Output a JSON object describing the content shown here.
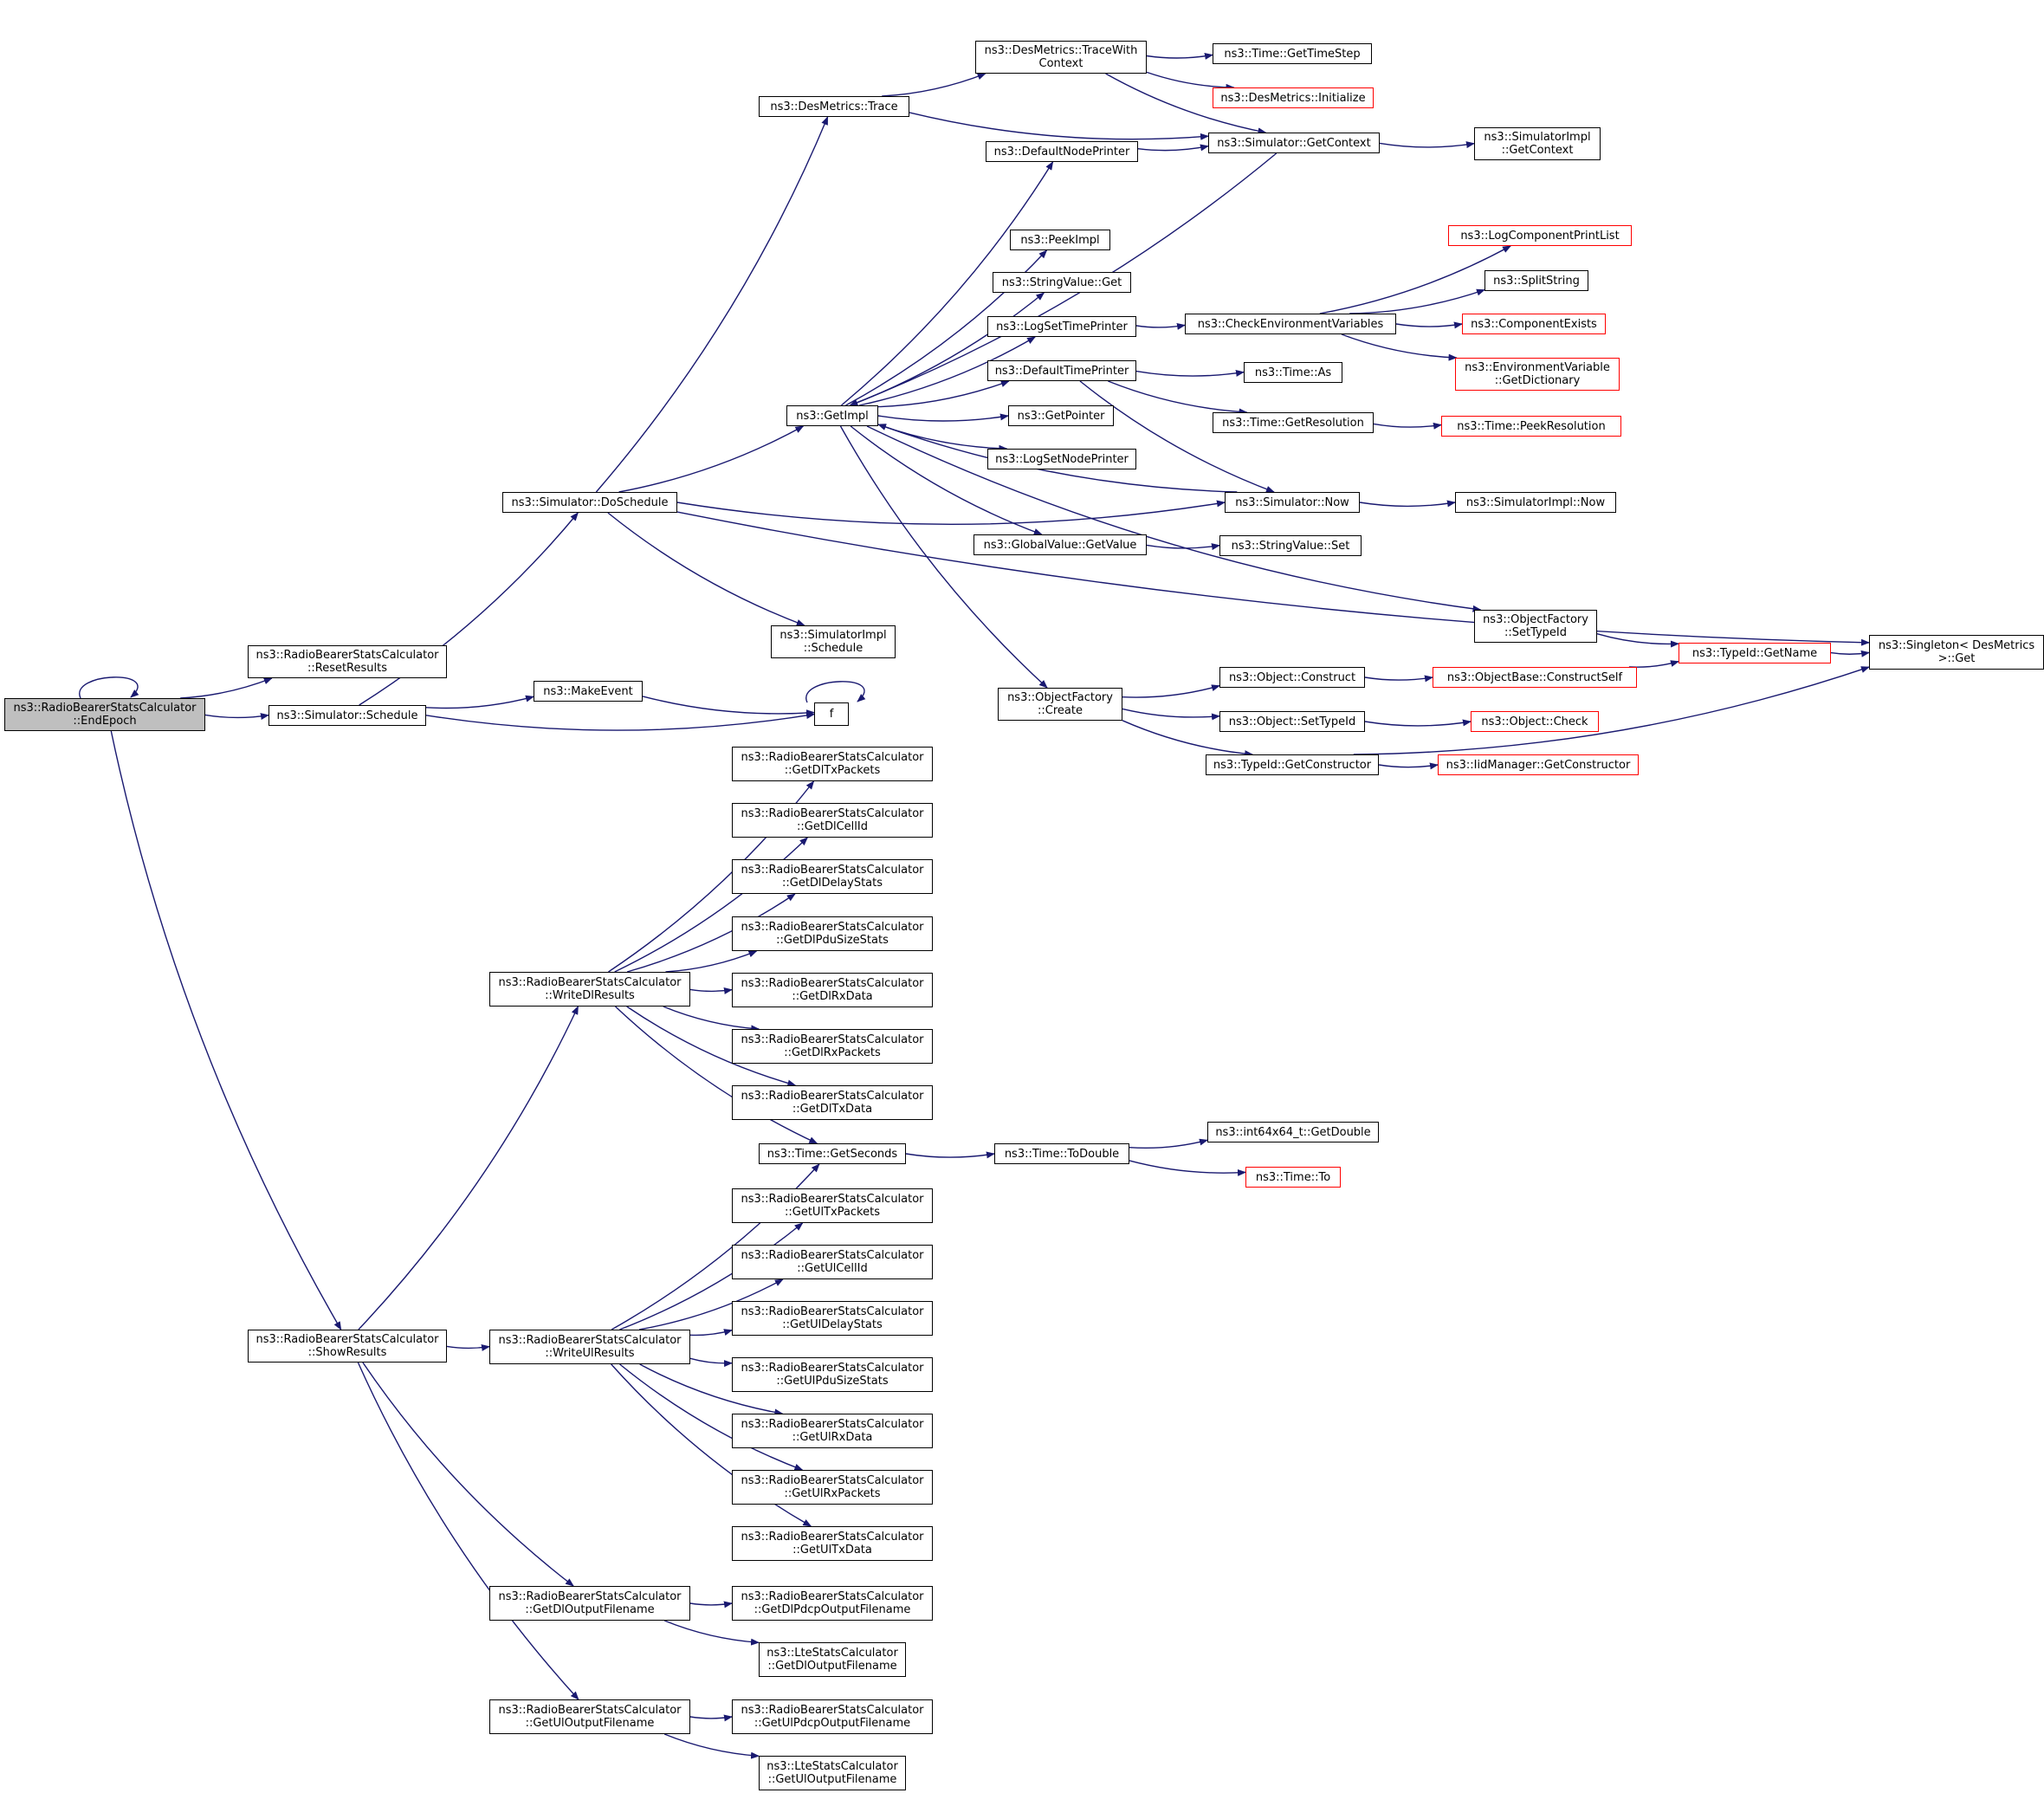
{
  "title": "",
  "colors": {
    "edge": "#191970",
    "border": "#000000",
    "external_border": "#ff0000",
    "root_fill": "#bfbfbf"
  },
  "nodes": [
    {
      "id": "endEpoch",
      "lines": [
        "ns3::RadioBearerStatsCalculator",
        "::EndEpoch"
      ],
      "root": true
    },
    {
      "id": "resetResults",
      "lines": [
        "ns3::RadioBearerStatsCalculator",
        "::ResetResults"
      ]
    },
    {
      "id": "schedule",
      "lines": [
        "ns3::Simulator::Schedule"
      ]
    },
    {
      "id": "doSchedule",
      "lines": [
        "ns3::Simulator::DoSchedule"
      ]
    },
    {
      "id": "makeEvent",
      "lines": [
        "ns3::MakeEvent"
      ]
    },
    {
      "id": "f",
      "lines": [
        "f"
      ]
    },
    {
      "id": "showResults",
      "lines": [
        "ns3::RadioBearerStatsCalculator",
        "::ShowResults"
      ]
    },
    {
      "id": "desTrace",
      "lines": [
        "ns3::DesMetrics::Trace"
      ]
    },
    {
      "id": "traceWith",
      "lines": [
        "ns3::DesMetrics::TraceWith",
        "Context"
      ]
    },
    {
      "id": "getTimeStep",
      "lines": [
        "ns3::Time::GetTimeStep"
      ]
    },
    {
      "id": "desInit",
      "lines": [
        "ns3::DesMetrics::Initialize"
      ],
      "red": true
    },
    {
      "id": "simGetContext",
      "lines": [
        "ns3::Simulator::GetContext"
      ]
    },
    {
      "id": "implGetContext",
      "lines": [
        "ns3::SimulatorImpl",
        "::GetContext"
      ]
    },
    {
      "id": "defNodePrinter",
      "lines": [
        "ns3::DefaultNodePrinter"
      ]
    },
    {
      "id": "peekImpl",
      "lines": [
        "ns3::PeekImpl"
      ]
    },
    {
      "id": "strGet",
      "lines": [
        "ns3::StringValue::Get"
      ]
    },
    {
      "id": "logSetTime",
      "lines": [
        "ns3::LogSetTimePrinter"
      ]
    },
    {
      "id": "defTimePrinter",
      "lines": [
        "ns3::DefaultTimePrinter"
      ]
    },
    {
      "id": "getImpl",
      "lines": [
        "ns3::GetImpl"
      ]
    },
    {
      "id": "getPointer",
      "lines": [
        "ns3::GetPointer"
      ]
    },
    {
      "id": "logSetNode",
      "lines": [
        "ns3::LogSetNodePrinter"
      ]
    },
    {
      "id": "gvGetValue",
      "lines": [
        "ns3::GlobalValue::GetValue"
      ]
    },
    {
      "id": "implSchedule",
      "lines": [
        "ns3::SimulatorImpl",
        "::Schedule"
      ]
    },
    {
      "id": "ofCreate",
      "lines": [
        "ns3::ObjectFactory",
        "::Create"
      ]
    },
    {
      "id": "logCompPrint",
      "lines": [
        "ns3::LogComponentPrintList"
      ],
      "red": true
    },
    {
      "id": "splitString",
      "lines": [
        "ns3::SplitString"
      ]
    },
    {
      "id": "checkEnv",
      "lines": [
        "ns3::CheckEnvironmentVariables"
      ]
    },
    {
      "id": "compExists",
      "lines": [
        "ns3::ComponentExists"
      ],
      "red": true
    },
    {
      "id": "envDict",
      "lines": [
        "ns3::EnvironmentVariable",
        "::GetDictionary"
      ],
      "red": true
    },
    {
      "id": "timeAs",
      "lines": [
        "ns3::Time::As"
      ]
    },
    {
      "id": "timeGetRes",
      "lines": [
        "ns3::Time::GetResolution"
      ]
    },
    {
      "id": "peekRes",
      "lines": [
        "ns3::Time::PeekResolution"
      ],
      "red": true
    },
    {
      "id": "simNow",
      "lines": [
        "ns3::Simulator::Now"
      ]
    },
    {
      "id": "implNow",
      "lines": [
        "ns3::SimulatorImpl::Now"
      ]
    },
    {
      "id": "strSet",
      "lines": [
        "ns3::StringValue::Set"
      ]
    },
    {
      "id": "ofSetTypeId",
      "lines": [
        "ns3::ObjectFactory",
        "::SetTypeId"
      ]
    },
    {
      "id": "tidGetName",
      "lines": [
        "ns3::TypeId::GetName"
      ],
      "red": true
    },
    {
      "id": "singletonGet",
      "lines": [
        "ns3::Singleton< DesMetrics",
        "  >::Get"
      ]
    },
    {
      "id": "objConstruct",
      "lines": [
        "ns3::Object::Construct"
      ]
    },
    {
      "id": "constructSelf",
      "lines": [
        "ns3::ObjectBase::ConstructSelf"
      ],
      "red": true
    },
    {
      "id": "objSetTypeId",
      "lines": [
        "ns3::Object::SetTypeId"
      ]
    },
    {
      "id": "objCheck",
      "lines": [
        "ns3::Object::Check"
      ],
      "red": true
    },
    {
      "id": "tidGetCtor",
      "lines": [
        "ns3::TypeId::GetConstructor"
      ]
    },
    {
      "id": "iidGetCtor",
      "lines": [
        "ns3::IidManager::GetConstructor"
      ],
      "red": true
    },
    {
      "id": "writeDl",
      "lines": [
        "ns3::RadioBearerStatsCalculator",
        "::WriteDlResults"
      ]
    },
    {
      "id": "getDlTxPackets",
      "lines": [
        "ns3::RadioBearerStatsCalculator",
        "::GetDlTxPackets"
      ]
    },
    {
      "id": "getDlCellId",
      "lines": [
        "ns3::RadioBearerStatsCalculator",
        "::GetDlCellId"
      ]
    },
    {
      "id": "getDlDelay",
      "lines": [
        "ns3::RadioBearerStatsCalculator",
        "::GetDlDelayStats"
      ]
    },
    {
      "id": "getDlPdu",
      "lines": [
        "ns3::RadioBearerStatsCalculator",
        "::GetDlPduSizeStats"
      ]
    },
    {
      "id": "getDlRxData",
      "lines": [
        "ns3::RadioBearerStatsCalculator",
        "::GetDlRxData"
      ]
    },
    {
      "id": "getDlRxPackets",
      "lines": [
        "ns3::RadioBearerStatsCalculator",
        "::GetDlRxPackets"
      ]
    },
    {
      "id": "getDlTxData",
      "lines": [
        "ns3::RadioBearerStatsCalculator",
        "::GetDlTxData"
      ]
    },
    {
      "id": "getSeconds",
      "lines": [
        "ns3::Time::GetSeconds"
      ]
    },
    {
      "id": "toDouble",
      "lines": [
        "ns3::Time::ToDouble"
      ]
    },
    {
      "id": "getDouble",
      "lines": [
        "ns3::int64x64_t::GetDouble"
      ]
    },
    {
      "id": "timeTo",
      "lines": [
        "ns3::Time::To"
      ],
      "red": true
    },
    {
      "id": "writeUl",
      "lines": [
        "ns3::RadioBearerStatsCalculator",
        "::WriteUlResults"
      ]
    },
    {
      "id": "getUlTxPackets",
      "lines": [
        "ns3::RadioBearerStatsCalculator",
        "::GetUlTxPackets"
      ]
    },
    {
      "id": "getUlCellId",
      "lines": [
        "ns3::RadioBearerStatsCalculator",
        "::GetUlCellId"
      ]
    },
    {
      "id": "getUlDelay",
      "lines": [
        "ns3::RadioBearerStatsCalculator",
        "::GetUlDelayStats"
      ]
    },
    {
      "id": "getUlPdu",
      "lines": [
        "ns3::RadioBearerStatsCalculator",
        "::GetUlPduSizeStats"
      ]
    },
    {
      "id": "getUlRxData",
      "lines": [
        "ns3::RadioBearerStatsCalculator",
        "::GetUlRxData"
      ]
    },
    {
      "id": "getUlRxPackets",
      "lines": [
        "ns3::RadioBearerStatsCalculator",
        "::GetUlRxPackets"
      ]
    },
    {
      "id": "getUlTxData",
      "lines": [
        "ns3::RadioBearerStatsCalculator",
        "::GetUlTxData"
      ]
    },
    {
      "id": "getDlOutFile",
      "lines": [
        "ns3::RadioBearerStatsCalculator",
        "::GetDlOutputFilename"
      ]
    },
    {
      "id": "getDlPdcpOut",
      "lines": [
        "ns3::RadioBearerStatsCalculator",
        "::GetDlPdcpOutputFilename"
      ]
    },
    {
      "id": "lteDlOut",
      "lines": [
        "ns3::LteStatsCalculator",
        "::GetDlOutputFilename"
      ]
    },
    {
      "id": "getUlOutFile",
      "lines": [
        "ns3::RadioBearerStatsCalculator",
        "::GetUlOutputFilename"
      ]
    },
    {
      "id": "getUlPdcpOut",
      "lines": [
        "ns3::RadioBearerStatsCalculator",
        "::GetUlPdcpOutputFilename"
      ]
    },
    {
      "id": "lteUlOut",
      "lines": [
        "ns3::LteStatsCalculator",
        "::GetUlOutputFilename"
      ]
    }
  ],
  "edges": [
    [
      "endEpoch",
      "endEpoch"
    ],
    [
      "endEpoch",
      "resetResults"
    ],
    [
      "endEpoch",
      "schedule"
    ],
    [
      "endEpoch",
      "showResults"
    ],
    [
      "schedule",
      "doSchedule"
    ],
    [
      "schedule",
      "makeEvent"
    ],
    [
      "schedule",
      "f"
    ],
    [
      "makeEvent",
      "f"
    ],
    [
      "f",
      "f"
    ],
    [
      "doSchedule",
      "desTrace"
    ],
    [
      "doSchedule",
      "singletonGet"
    ],
    [
      "doSchedule",
      "getImpl"
    ],
    [
      "doSchedule",
      "simNow"
    ],
    [
      "doSchedule",
      "implSchedule"
    ],
    [
      "desTrace",
      "traceWith"
    ],
    [
      "desTrace",
      "simGetContext"
    ],
    [
      "traceWith",
      "getTimeStep"
    ],
    [
      "traceWith",
      "desInit"
    ],
    [
      "traceWith",
      "simGetContext"
    ],
    [
      "simGetContext",
      "implGetContext"
    ],
    [
      "simGetContext",
      "getImpl"
    ],
    [
      "defNodePrinter",
      "simGetContext"
    ],
    [
      "getImpl",
      "defNodePrinter"
    ],
    [
      "getImpl",
      "peekImpl"
    ],
    [
      "getImpl",
      "strGet"
    ],
    [
      "getImpl",
      "logSetTime"
    ],
    [
      "getImpl",
      "defTimePrinter"
    ],
    [
      "getImpl",
      "getPointer"
    ],
    [
      "getImpl",
      "logSetNode"
    ],
    [
      "getImpl",
      "gvGetValue"
    ],
    [
      "getImpl",
      "ofCreate"
    ],
    [
      "getImpl",
      "ofSetTypeId"
    ],
    [
      "logSetTime",
      "checkEnv"
    ],
    [
      "checkEnv",
      "logCompPrint"
    ],
    [
      "checkEnv",
      "splitString"
    ],
    [
      "checkEnv",
      "compExists"
    ],
    [
      "checkEnv",
      "envDict"
    ],
    [
      "defTimePrinter",
      "timeAs"
    ],
    [
      "defTimePrinter",
      "timeGetRes"
    ],
    [
      "defTimePrinter",
      "simNow"
    ],
    [
      "timeGetRes",
      "peekRes"
    ],
    [
      "simNow",
      "implNow"
    ],
    [
      "simNow",
      "getImpl"
    ],
    [
      "gvGetValue",
      "strSet"
    ],
    [
      "ofSetTypeId",
      "tidGetName"
    ],
    [
      "tidGetName",
      "singletonGet"
    ],
    [
      "ofCreate",
      "objConstruct"
    ],
    [
      "ofCreate",
      "objSetTypeId"
    ],
    [
      "ofCreate",
      "tidGetCtor"
    ],
    [
      "objConstruct",
      "constructSelf"
    ],
    [
      "constructSelf",
      "tidGetName"
    ],
    [
      "objSetTypeId",
      "objCheck"
    ],
    [
      "tidGetCtor",
      "iidGetCtor"
    ],
    [
      "tidGetCtor",
      "singletonGet"
    ],
    [
      "showResults",
      "writeDl"
    ],
    [
      "showResults",
      "writeUl"
    ],
    [
      "showResults",
      "getDlOutFile"
    ],
    [
      "showResults",
      "getUlOutFile"
    ],
    [
      "writeDl",
      "getDlTxPackets"
    ],
    [
      "writeDl",
      "getDlCellId"
    ],
    [
      "writeDl",
      "getDlDelay"
    ],
    [
      "writeDl",
      "getDlPdu"
    ],
    [
      "writeDl",
      "getDlRxData"
    ],
    [
      "writeDl",
      "getDlRxPackets"
    ],
    [
      "writeDl",
      "getDlTxData"
    ],
    [
      "writeDl",
      "getSeconds"
    ],
    [
      "getSeconds",
      "toDouble"
    ],
    [
      "toDouble",
      "getDouble"
    ],
    [
      "toDouble",
      "timeTo"
    ],
    [
      "writeUl",
      "getSeconds"
    ],
    [
      "writeUl",
      "getUlTxPackets"
    ],
    [
      "writeUl",
      "getUlCellId"
    ],
    [
      "writeUl",
      "getUlDelay"
    ],
    [
      "writeUl",
      "getUlPdu"
    ],
    [
      "writeUl",
      "getUlRxData"
    ],
    [
      "writeUl",
      "getUlRxPackets"
    ],
    [
      "writeUl",
      "getUlTxData"
    ],
    [
      "getDlOutFile",
      "getDlPdcpOut"
    ],
    [
      "getDlOutFile",
      "lteDlOut"
    ],
    [
      "getUlOutFile",
      "getUlPdcpOut"
    ],
    [
      "getUlOutFile",
      "lteUlOut"
    ]
  ]
}
